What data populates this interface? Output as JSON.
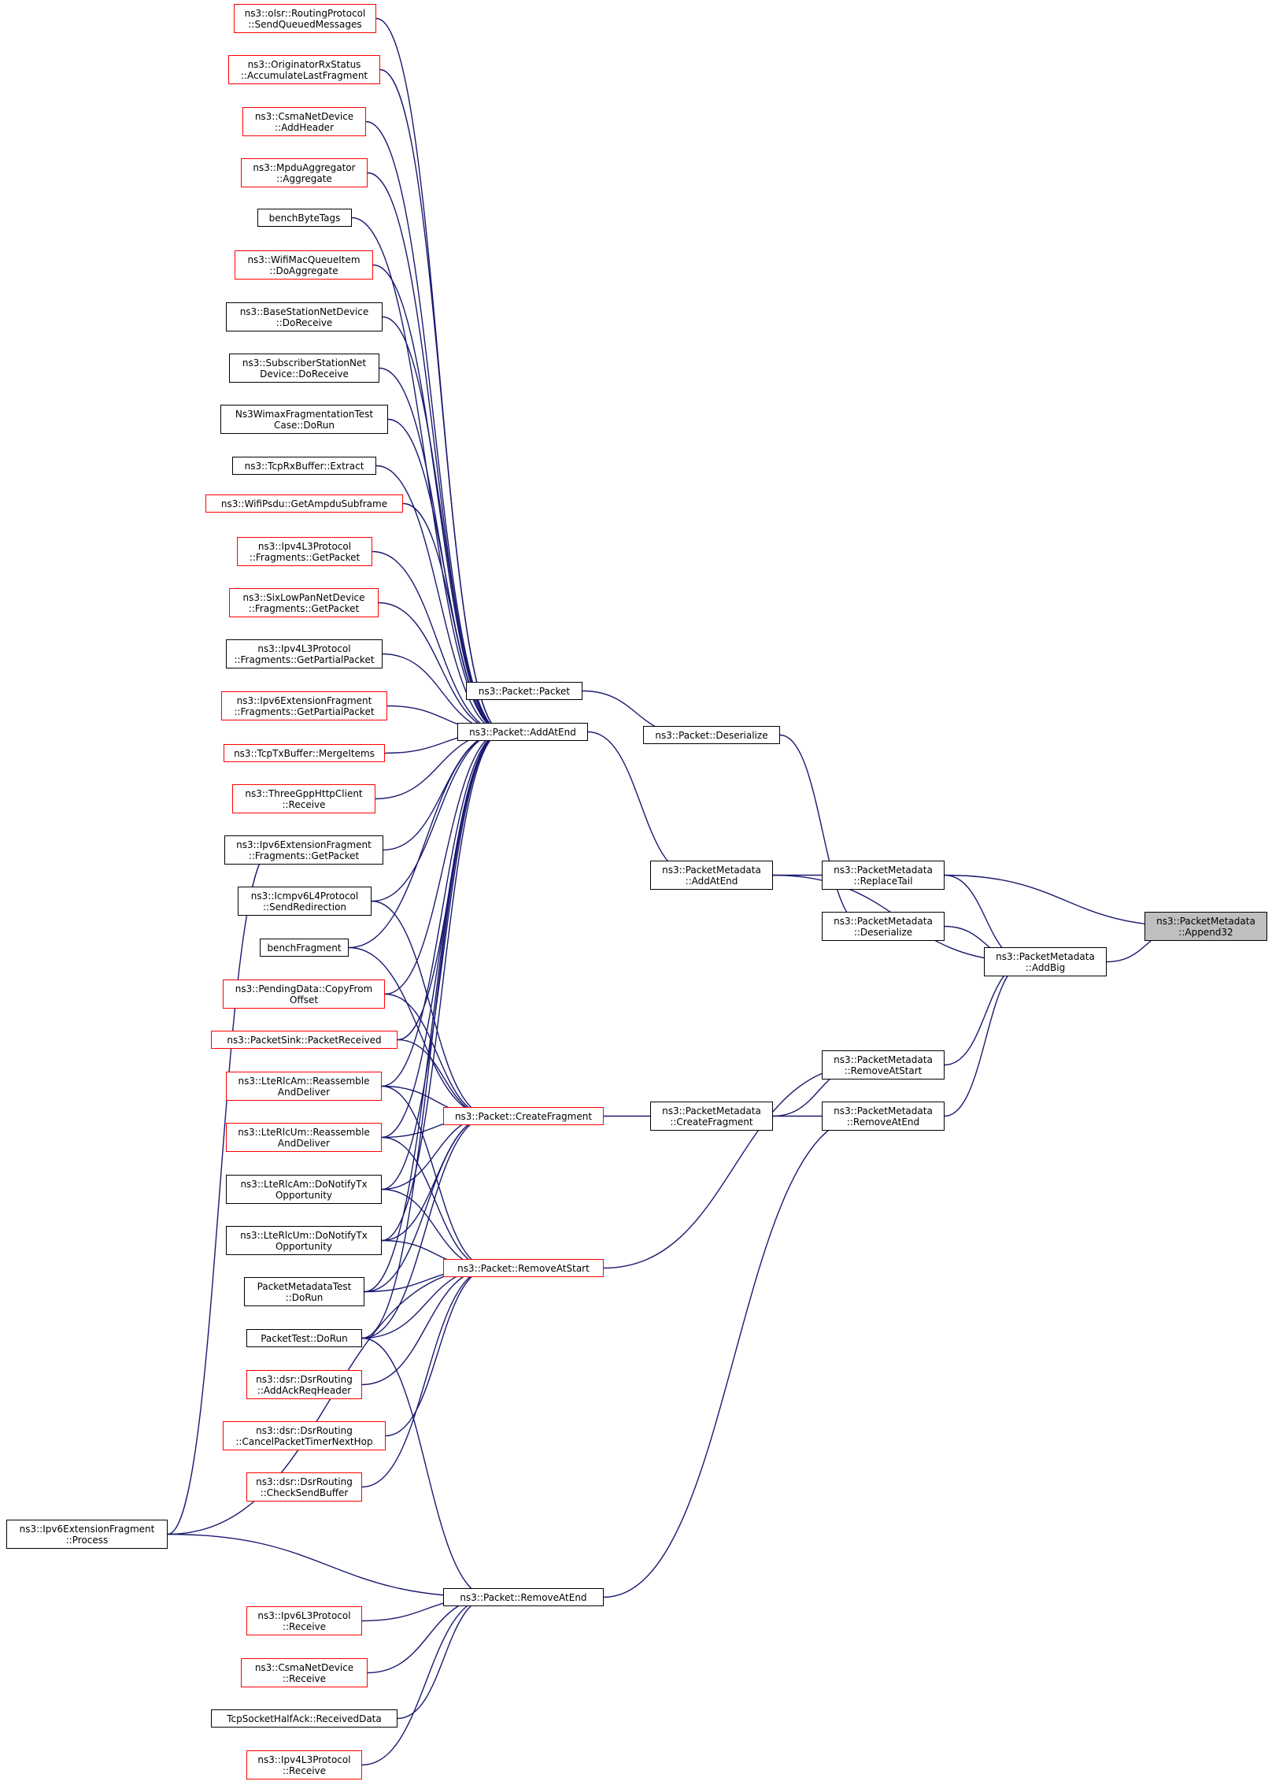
{
  "graph": {
    "colors": {
      "edge": "#191970",
      "node_border": "#000000",
      "truncated_border": "#ff0000",
      "focus_fill": "#bfbfbf"
    },
    "nodes": [
      {
        "id": "olsr",
        "label": "ns3::olsr::RoutingProtocol\n::SendQueuedMessages",
        "style": "red"
      },
      {
        "id": "orig",
        "label": "ns3::OriginatorRxStatus\n::AccumulateLastFragment",
        "style": "red"
      },
      {
        "id": "csma_add",
        "label": "ns3::CsmaNetDevice\n::AddHeader",
        "style": "red"
      },
      {
        "id": "mpdu",
        "label": "ns3::MpduAggregator\n::Aggregate",
        "style": "red"
      },
      {
        "id": "benchbt",
        "label": "benchByteTags",
        "style": "normal"
      },
      {
        "id": "wifimac",
        "label": "ns3::WifiMacQueueItem\n::DoAggregate",
        "style": "red"
      },
      {
        "id": "bs",
        "label": "ns3::BaseStationNetDevice\n::DoReceive",
        "style": "normal"
      },
      {
        "id": "ss",
        "label": "ns3::SubscriberStationNet\nDevice::DoReceive",
        "style": "normal"
      },
      {
        "id": "wimax",
        "label": "Ns3WimaxFragmentationTest\nCase::DoRun",
        "style": "normal"
      },
      {
        "id": "tcprx",
        "label": "ns3::TcpRxBuffer::Extract",
        "style": "normal"
      },
      {
        "id": "wifipsdu",
        "label": "ns3::WifiPsdu::GetAmpduSubframe",
        "style": "red"
      },
      {
        "id": "ipv4frag",
        "label": "ns3::Ipv4L3Protocol\n::Fragments::GetPacket",
        "style": "red"
      },
      {
        "id": "sixlow",
        "label": "ns3::SixLowPanNetDevice\n::Fragments::GetPacket",
        "style": "red"
      },
      {
        "id": "ipv4part",
        "label": "ns3::Ipv4L3Protocol\n::Fragments::GetPartialPacket",
        "style": "normal"
      },
      {
        "id": "ipv6part",
        "label": "ns3::Ipv6ExtensionFragment\n::Fragments::GetPartialPacket",
        "style": "red"
      },
      {
        "id": "tcptx",
        "label": "ns3::TcpTxBuffer::MergeItems",
        "style": "red"
      },
      {
        "id": "http",
        "label": "ns3::ThreeGppHttpClient\n::Receive",
        "style": "red"
      },
      {
        "id": "ipv6get",
        "label": "ns3::Ipv6ExtensionFragment\n::Fragments::GetPacket",
        "style": "normal"
      },
      {
        "id": "icmp",
        "label": "ns3::Icmpv6L4Protocol\n::SendRedirection",
        "style": "normal"
      },
      {
        "id": "benchfrag",
        "label": "benchFragment",
        "style": "normal"
      },
      {
        "id": "pending",
        "label": "ns3::PendingData::CopyFrom\nOffset",
        "style": "red"
      },
      {
        "id": "sink",
        "label": "ns3::PacketSink::PacketReceived",
        "style": "red"
      },
      {
        "id": "rlcam",
        "label": "ns3::LteRlcAm::Reassemble\nAndDeliver",
        "style": "red"
      },
      {
        "id": "rlcum",
        "label": "ns3::LteRlcUm::Reassemble\nAndDeliver",
        "style": "red"
      },
      {
        "id": "rlcamtx",
        "label": "ns3::LteRlcAm::DoNotifyTx\nOpportunity",
        "style": "normal"
      },
      {
        "id": "rlcumtx",
        "label": "ns3::LteRlcUm::DoNotifyTx\nOpportunity",
        "style": "normal"
      },
      {
        "id": "pmtest",
        "label": "PacketMetadataTest\n::DoRun",
        "style": "normal"
      },
      {
        "id": "ptest",
        "label": "PacketTest::DoRun",
        "style": "normal"
      },
      {
        "id": "dsrack",
        "label": "ns3::dsr::DsrRouting\n::AddAckReqHeader",
        "style": "red"
      },
      {
        "id": "dsrcancel",
        "label": "ns3::dsr::DsrRouting\n::CancelPacketTimerNextHop",
        "style": "red"
      },
      {
        "id": "dsrcheck",
        "label": "ns3::dsr::DsrRouting\n::CheckSendBuffer",
        "style": "red"
      },
      {
        "id": "ipv6proc",
        "label": "ns3::Ipv6ExtensionFragment\n::Process",
        "style": "normal"
      },
      {
        "id": "ipv6recv",
        "label": "ns3::Ipv6L3Protocol\n::Receive",
        "style": "red"
      },
      {
        "id": "csmarecv",
        "label": "ns3::CsmaNetDevice\n::Receive",
        "style": "red"
      },
      {
        "id": "tcphalf",
        "label": "TcpSocketHalfAck::ReceivedData",
        "style": "normal"
      },
      {
        "id": "ipv4recv",
        "label": "ns3::Ipv4L3Protocol\n::Receive",
        "style": "red"
      },
      {
        "id": "pktpacket",
        "label": "ns3::Packet::Packet",
        "style": "normal"
      },
      {
        "id": "addatend",
        "label": "ns3::Packet::AddAtEnd",
        "style": "normal"
      },
      {
        "id": "createfrag",
        "label": "ns3::Packet::CreateFragment",
        "style": "red"
      },
      {
        "id": "removestart",
        "label": "ns3::Packet::RemoveAtStart",
        "style": "red"
      },
      {
        "id": "removeend",
        "label": "ns3::Packet::RemoveAtEnd",
        "style": "normal"
      },
      {
        "id": "deser",
        "label": "ns3::Packet::Deserialize",
        "style": "normal"
      },
      {
        "id": "pmaddatend",
        "label": "ns3::PacketMetadata\n::AddAtEnd",
        "style": "normal"
      },
      {
        "id": "pmcreate",
        "label": "ns3::PacketMetadata\n::CreateFragment",
        "style": "normal"
      },
      {
        "id": "pmreplace",
        "label": "ns3::PacketMetadata\n::ReplaceTail",
        "style": "normal"
      },
      {
        "id": "pmdeser",
        "label": "ns3::PacketMetadata\n::Deserialize",
        "style": "normal"
      },
      {
        "id": "pmremstart",
        "label": "ns3::PacketMetadata\n::RemoveAtStart",
        "style": "normal"
      },
      {
        "id": "pmremend",
        "label": "ns3::PacketMetadata\n::RemoveAtEnd",
        "style": "normal"
      },
      {
        "id": "pmaddbig",
        "label": "ns3::PacketMetadata\n::AddBig",
        "style": "normal"
      },
      {
        "id": "pmappend",
        "label": "ns3::PacketMetadata\n::Append32",
        "style": "focus"
      }
    ],
    "edges": [
      [
        "olsr",
        "addatend"
      ],
      [
        "orig",
        "addatend"
      ],
      [
        "csma_add",
        "addatend"
      ],
      [
        "mpdu",
        "addatend"
      ],
      [
        "benchbt",
        "addatend"
      ],
      [
        "wifimac",
        "addatend"
      ],
      [
        "bs",
        "addatend"
      ],
      [
        "ss",
        "addatend"
      ],
      [
        "wimax",
        "addatend"
      ],
      [
        "tcprx",
        "addatend"
      ],
      [
        "wifipsdu",
        "addatend"
      ],
      [
        "ipv4frag",
        "addatend"
      ],
      [
        "sixlow",
        "addatend"
      ],
      [
        "ipv4part",
        "addatend"
      ],
      [
        "ipv6part",
        "addatend"
      ],
      [
        "tcptx",
        "addatend"
      ],
      [
        "http",
        "addatend"
      ],
      [
        "ipv6get",
        "addatend"
      ],
      [
        "icmp",
        "addatend"
      ],
      [
        "benchfrag",
        "addatend"
      ],
      [
        "pending",
        "addatend"
      ],
      [
        "sink",
        "addatend"
      ],
      [
        "rlcam",
        "addatend"
      ],
      [
        "rlcum",
        "addatend"
      ],
      [
        "rlcamtx",
        "addatend"
      ],
      [
        "rlcumtx",
        "addatend"
      ],
      [
        "pmtest",
        "addatend"
      ],
      [
        "ptest",
        "addatend"
      ],
      [
        "ipv6proc",
        "ipv6get"
      ],
      [
        "icmp",
        "createfrag"
      ],
      [
        "benchfrag",
        "createfrag"
      ],
      [
        "pending",
        "createfrag"
      ],
      [
        "sink",
        "createfrag"
      ],
      [
        "rlcam",
        "createfrag"
      ],
      [
        "rlcum",
        "createfrag"
      ],
      [
        "rlcamtx",
        "createfrag"
      ],
      [
        "rlcumtx",
        "createfrag"
      ],
      [
        "pmtest",
        "createfrag"
      ],
      [
        "ptest",
        "createfrag"
      ],
      [
        "rlcam",
        "removestart"
      ],
      [
        "rlcum",
        "removestart"
      ],
      [
        "rlcamtx",
        "removestart"
      ],
      [
        "rlcumtx",
        "removestart"
      ],
      [
        "pmtest",
        "removestart"
      ],
      [
        "ptest",
        "removestart"
      ],
      [
        "dsrack",
        "removestart"
      ],
      [
        "dsrcancel",
        "removestart"
      ],
      [
        "dsrcheck",
        "removestart"
      ],
      [
        "ipv6proc",
        "removestart"
      ],
      [
        "ipv6proc",
        "removeend"
      ],
      [
        "ptest",
        "removeend"
      ],
      [
        "ipv6recv",
        "removeend"
      ],
      [
        "csmarecv",
        "removeend"
      ],
      [
        "tcphalf",
        "removeend"
      ],
      [
        "ipv4recv",
        "removeend"
      ],
      [
        "pktpacket",
        "deser"
      ],
      [
        "addatend",
        "pmaddatend"
      ],
      [
        "createfrag",
        "pmcreate"
      ],
      [
        "removestart",
        "pmremstart"
      ],
      [
        "removeend",
        "pmremend"
      ],
      [
        "deser",
        "pmdeser"
      ],
      [
        "pmaddatend",
        "pmreplace"
      ],
      [
        "pmaddatend",
        "pmaddbig"
      ],
      [
        "pmreplace",
        "pmaddbig"
      ],
      [
        "pmreplace",
        "pmappend"
      ],
      [
        "pmdeser",
        "pmaddbig"
      ],
      [
        "pmremstart",
        "pmaddbig"
      ],
      [
        "pmremend",
        "pmaddbig"
      ],
      [
        "pmcreate",
        "pmremstart"
      ],
      [
        "pmcreate",
        "pmremend"
      ],
      [
        "pmaddbig",
        "pmappend"
      ]
    ]
  }
}
